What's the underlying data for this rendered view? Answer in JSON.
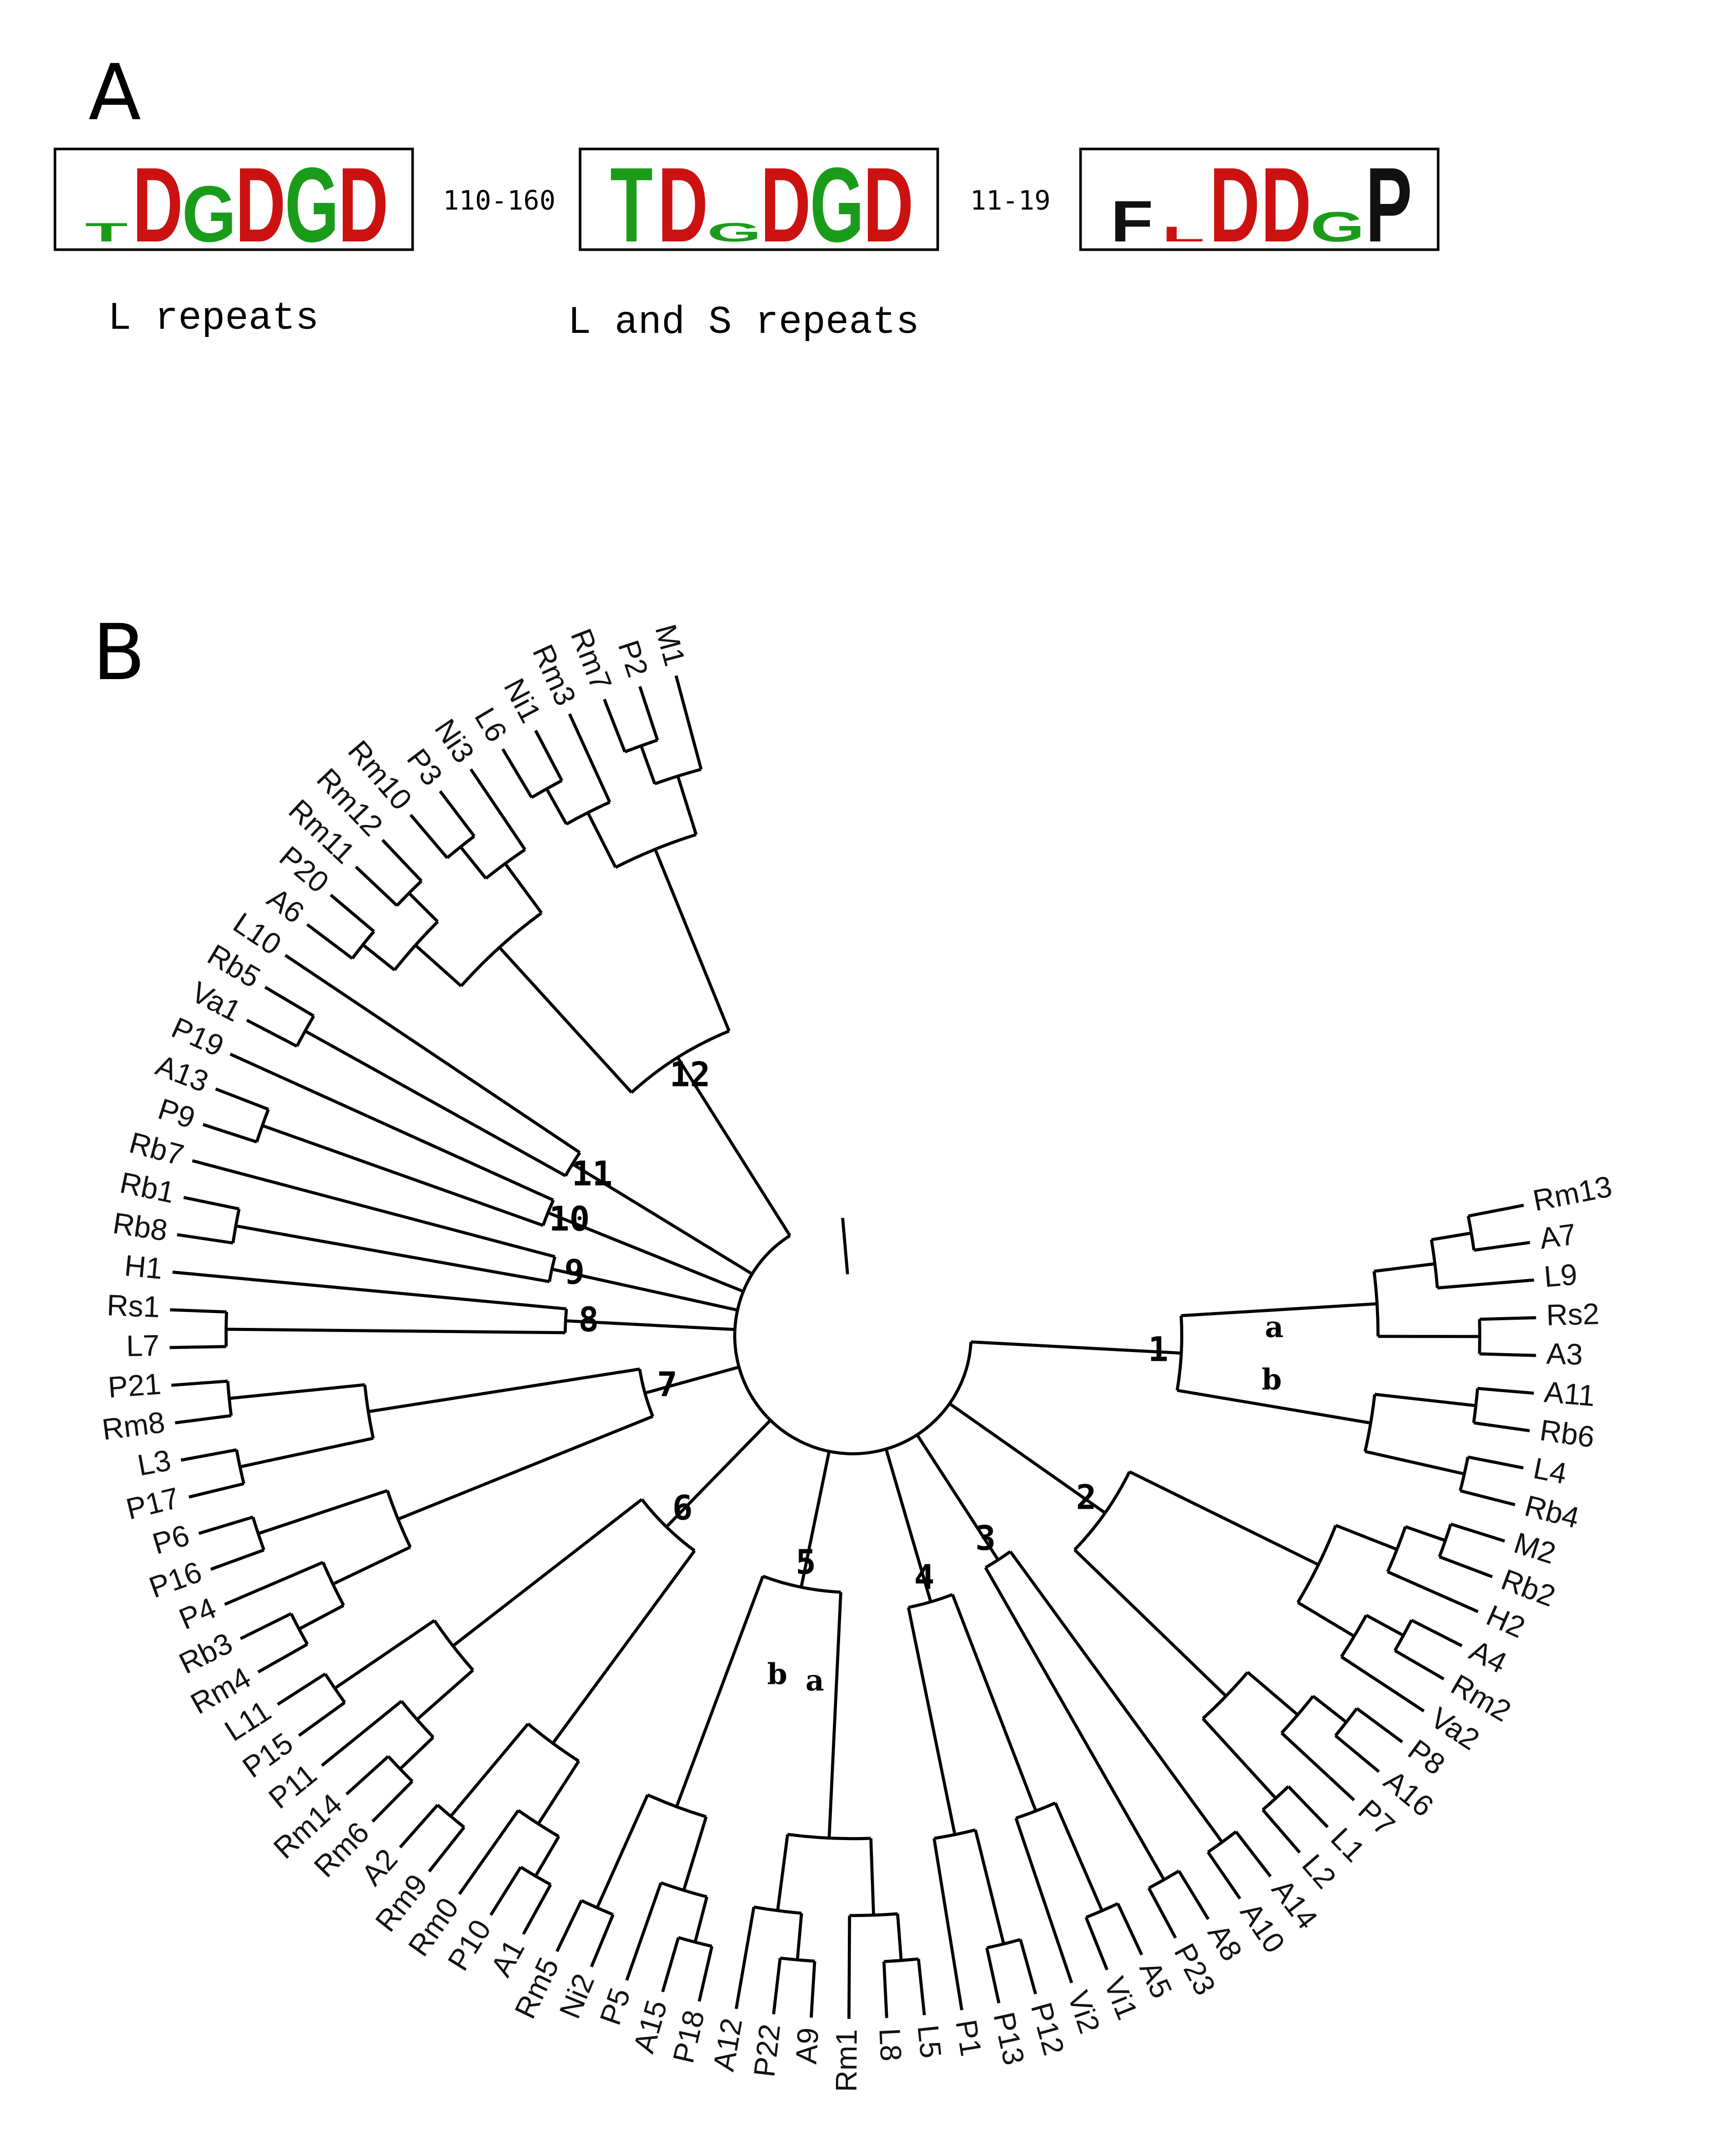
{
  "panels": {
    "a_label": "A",
    "b_label": "B"
  },
  "motifs": [
    {
      "caption": "L repeats",
      "letters": [
        {
          "ch": "T",
          "color": "#1a9c1a",
          "scale": 0.25
        },
        {
          "ch": "D",
          "color": "#cc1111",
          "scale": 1.0
        },
        {
          "ch": "G",
          "color": "#1a9c1a",
          "scale": 0.75
        },
        {
          "ch": "D",
          "color": "#cc1111",
          "scale": 1.0
        },
        {
          "ch": "G",
          "color": "#1a9c1a",
          "scale": 1.0
        },
        {
          "ch": "D",
          "color": "#cc1111",
          "scale": 1.0
        }
      ]
    },
    {
      "caption": "L and S repeats",
      "letters": [
        {
          "ch": "T",
          "color": "#1a9c1a",
          "scale": 1.0
        },
        {
          "ch": "D",
          "color": "#cc1111",
          "scale": 1.0
        },
        {
          "ch": "G",
          "color": "#1a9c1a",
          "scale": 0.25
        },
        {
          "ch": "D",
          "color": "#cc1111",
          "scale": 1.0
        },
        {
          "ch": "G",
          "color": "#1a9c1a",
          "scale": 1.0
        },
        {
          "ch": "D",
          "color": "#cc1111",
          "scale": 1.0
        }
      ]
    },
    {
      "caption": "",
      "letters": [
        {
          "ch": "F",
          "color": "#111111",
          "scale": 0.55
        },
        {
          "ch": "L",
          "color": "#cc1111",
          "scale": 0.2
        },
        {
          "ch": "D",
          "color": "#cc1111",
          "scale": 1.0
        },
        {
          "ch": "D",
          "color": "#cc1111",
          "scale": 1.0
        },
        {
          "ch": "G",
          "color": "#1a9c1a",
          "scale": 0.4
        },
        {
          "ch": "P",
          "color": "#111111",
          "scale": 1.0
        }
      ]
    }
  ],
  "gaps": [
    "110-160",
    "11-19"
  ],
  "tree": {
    "leaves": [
      "Rm13",
      "A7",
      "L9",
      "Rs2",
      "A3",
      "A11",
      "Rb6",
      "L4",
      "Rb4",
      "M2",
      "Rb2",
      "H2",
      "A4",
      "Rm2",
      "Va2",
      "P8",
      "A16",
      "P7",
      "L1",
      "L2",
      "A14",
      "A10",
      "A8",
      "P23",
      "A5",
      "Vi1",
      "Vi2",
      "P12",
      "P13",
      "P1",
      "L5",
      "L8",
      "Rm1",
      "A9",
      "P22",
      "A12",
      "P18",
      "A15",
      "P5",
      "Ni2",
      "Rm5",
      "A1",
      "P10",
      "Rm0",
      "Rm9",
      "A2",
      "Rm6",
      "Rm14",
      "P11",
      "P15",
      "L11",
      "Rm4",
      "Rb3",
      "P4",
      "P16",
      "P6",
      "P17",
      "L3",
      "Rm8",
      "P21",
      "L7",
      "Rs1",
      "H1",
      "Rb8",
      "Rb1",
      "Rb7",
      "P9",
      "A13",
      "P19",
      "Va1",
      "Rb5",
      "L10",
      "A6",
      "P20",
      "Rm11",
      "Rm12",
      "Rm10",
      "P3",
      "Ni3",
      "L6",
      "Ni1",
      "Rm3",
      "Rm7",
      "P2",
      "M1"
    ],
    "clades": [
      "1",
      "2",
      "3",
      "4",
      "5",
      "6",
      "7",
      "8",
      "9",
      "10",
      "11",
      "12"
    ],
    "subclades": [
      "a",
      "b",
      "b",
      "a"
    ]
  }
}
